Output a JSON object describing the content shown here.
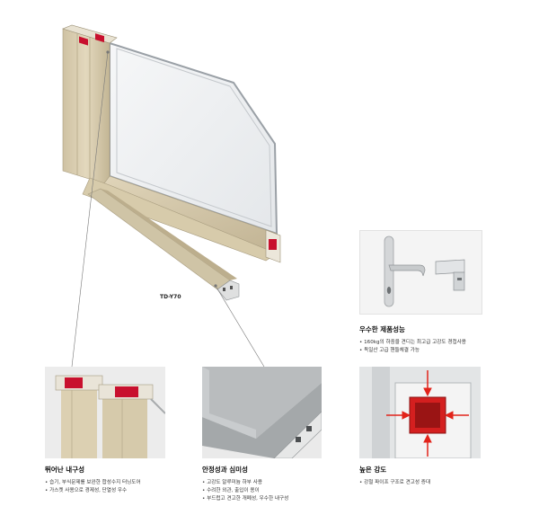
{
  "product": {
    "model_label": "TD-Y70"
  },
  "features": [
    {
      "title": "뛰어난 내구성",
      "bullets": [
        "습기, 부식문제를 보완한 합성수지 터닝도어",
        "가스켓 사용으로 경제성, 단열성 우수"
      ]
    },
    {
      "title": "안정성과 심미성",
      "bullets": [
        "고강도 알루미늄 하부 사용",
        "수려한 외관, 출입이 용이",
        "부드럽고 견고한 개폐성, 우수한 내구성"
      ]
    },
    {
      "title": "높은 강도",
      "bullets": [
        "강철 파이프 구조로 견고성 증대"
      ]
    },
    {
      "title": "우수한 제품성능",
      "bullets": [
        "160kg의 하중을 견디는 최고급 고강도 경첩사용",
        "독일산 고급 핸들체결 가능"
      ]
    }
  ],
  "colors": {
    "wood": "#d9cdb0",
    "wood_dark": "#b8ab8c",
    "reinforcement_red": "#c8102e",
    "panel_bg": "#efefef",
    "arrow_red": "#e2231a",
    "aluminum": "#a9acae"
  }
}
